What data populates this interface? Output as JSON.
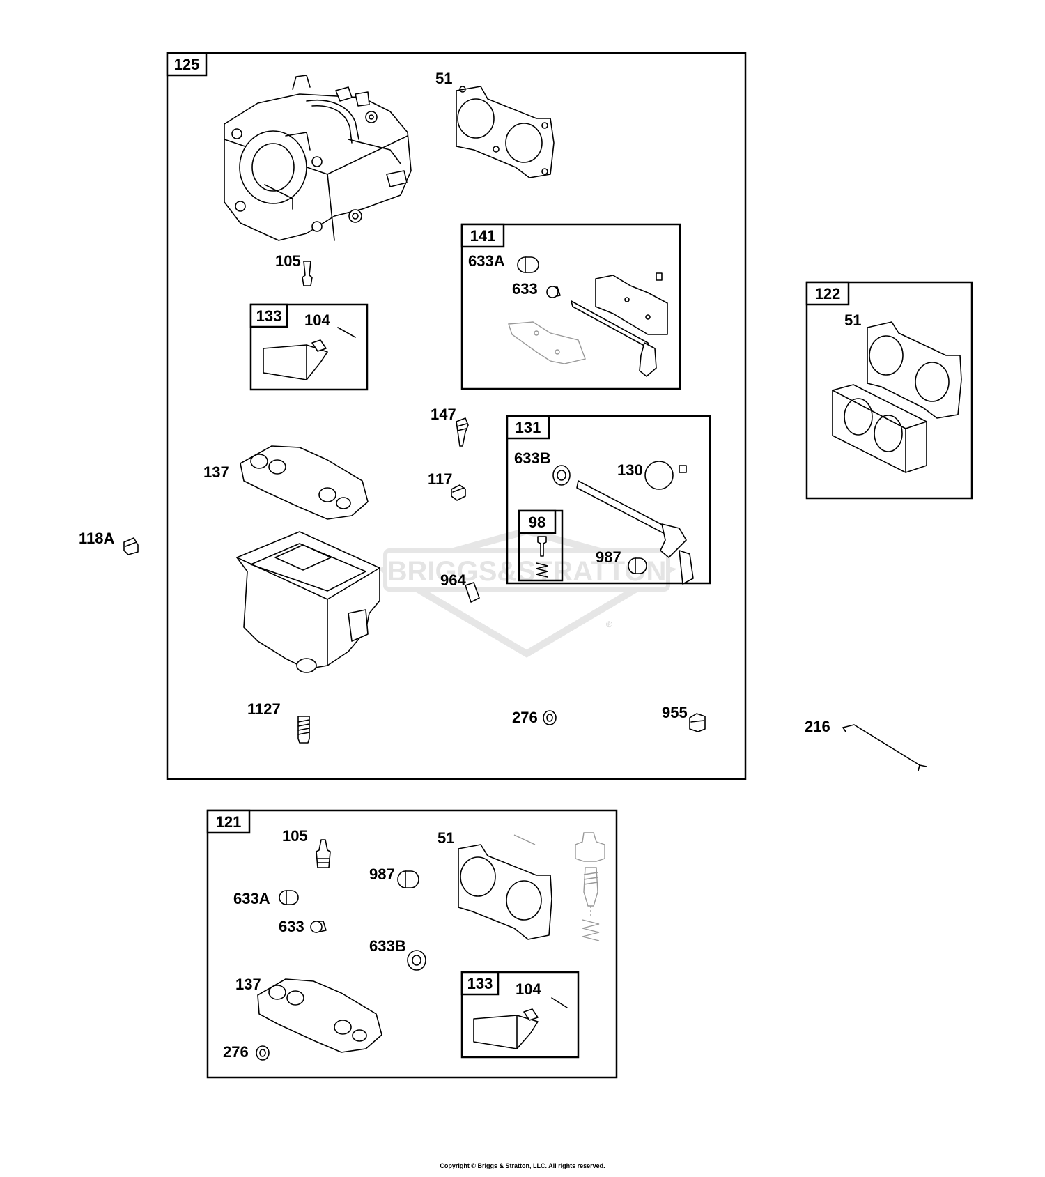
{
  "diagram": {
    "watermark": "BRIGGS&STRATTON",
    "registered_mark": "®",
    "copyright": "Copyright © Briggs & Stratton, LLC. All rights reserved.",
    "kits": [
      {
        "id": "kit-125",
        "label": "125"
      },
      {
        "id": "kit-141",
        "label": "141"
      },
      {
        "id": "kit-133-top",
        "label": "133"
      },
      {
        "id": "kit-131",
        "label": "131"
      },
      {
        "id": "kit-98",
        "label": "98"
      },
      {
        "id": "kit-122",
        "label": "122"
      },
      {
        "id": "kit-121",
        "label": "121"
      },
      {
        "id": "kit-133-bottom",
        "label": "133"
      }
    ],
    "parts": [
      {
        "id": "p51-a",
        "label": "51"
      },
      {
        "id": "p105-a",
        "label": "105"
      },
      {
        "id": "p104-a",
        "label": "104"
      },
      {
        "id": "p633A-a",
        "label": "633A"
      },
      {
        "id": "p633-a",
        "label": "633"
      },
      {
        "id": "p51-b",
        "label": "51"
      },
      {
        "id": "p147",
        "label": "147"
      },
      {
        "id": "p137-a",
        "label": "137"
      },
      {
        "id": "p117",
        "label": "117"
      },
      {
        "id": "p633B-a",
        "label": "633B"
      },
      {
        "id": "p130",
        "label": "130"
      },
      {
        "id": "p118A",
        "label": "118A"
      },
      {
        "id": "p987-a",
        "label": "987"
      },
      {
        "id": "p964",
        "label": "964"
      },
      {
        "id": "p1127",
        "label": "1127"
      },
      {
        "id": "p276-a",
        "label": "276"
      },
      {
        "id": "p955",
        "label": "955"
      },
      {
        "id": "p216",
        "label": "216"
      },
      {
        "id": "p105-b",
        "label": "105"
      },
      {
        "id": "p51-c",
        "label": "51"
      },
      {
        "id": "p987-b",
        "label": "987"
      },
      {
        "id": "p633A-b",
        "label": "633A"
      },
      {
        "id": "p633-b",
        "label": "633"
      },
      {
        "id": "p633B-b",
        "label": "633B"
      },
      {
        "id": "p137-b",
        "label": "137"
      },
      {
        "id": "p104-b",
        "label": "104"
      },
      {
        "id": "p276-b",
        "label": "276"
      }
    ]
  }
}
